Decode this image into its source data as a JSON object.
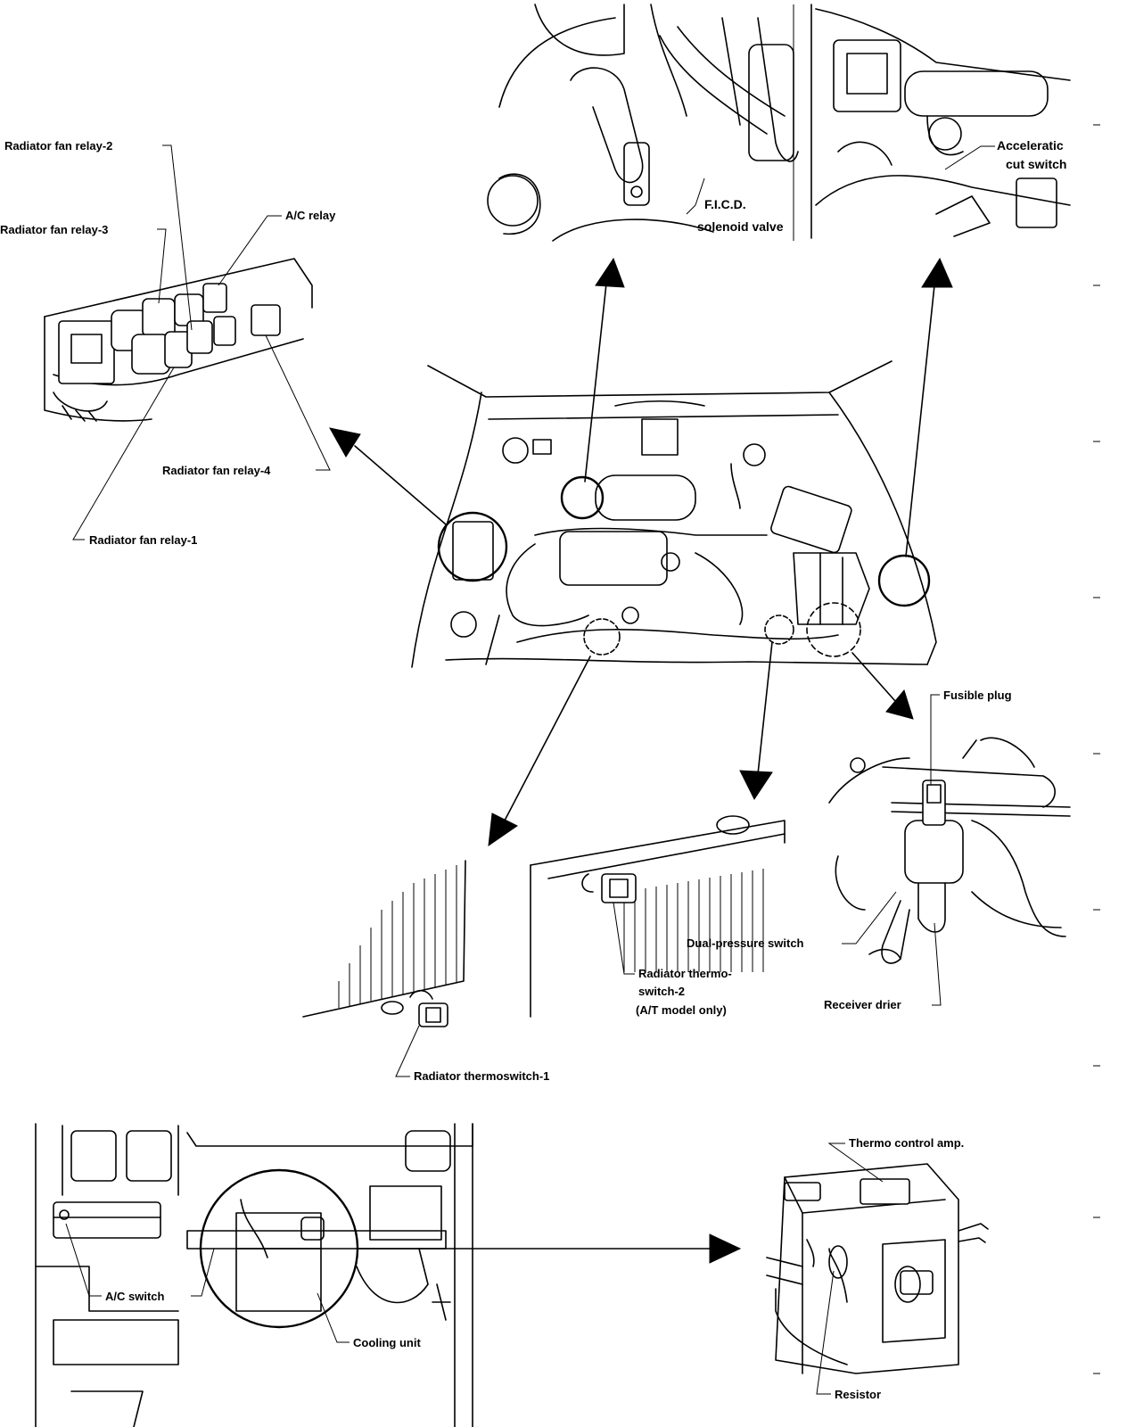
{
  "labels": {
    "radiator_fan_relay_2": "Radiator fan relay-2",
    "radiator_fan_relay_3": "Radiator fan relay-3",
    "ac_relay": "A/C relay",
    "radiator_fan_relay_4": "Radiator fan relay-4",
    "radiator_fan_relay_1": "Radiator fan relay-1",
    "ficd_line1": "F.I.C.D.",
    "ficd_line2": "solenoid valve",
    "accel_line1": "Acceleratic",
    "accel_line2": "cut switch",
    "fusible_plug": "Fusible plug",
    "dual_pressure_switch": "Dual-pressure switch",
    "receiver_drier": "Receiver drier",
    "thermo2_line1": "Radiator thermo-",
    "thermo2_line2": "switch-2",
    "thermo2_line3": "(A/T model only)",
    "thermoswitch_1": "Radiator thermoswitch-1",
    "ac_switch": "A/C switch",
    "cooling_unit": "Cooling unit",
    "thermo_control_amp": "Thermo control amp.",
    "resistor": "Resistor"
  }
}
